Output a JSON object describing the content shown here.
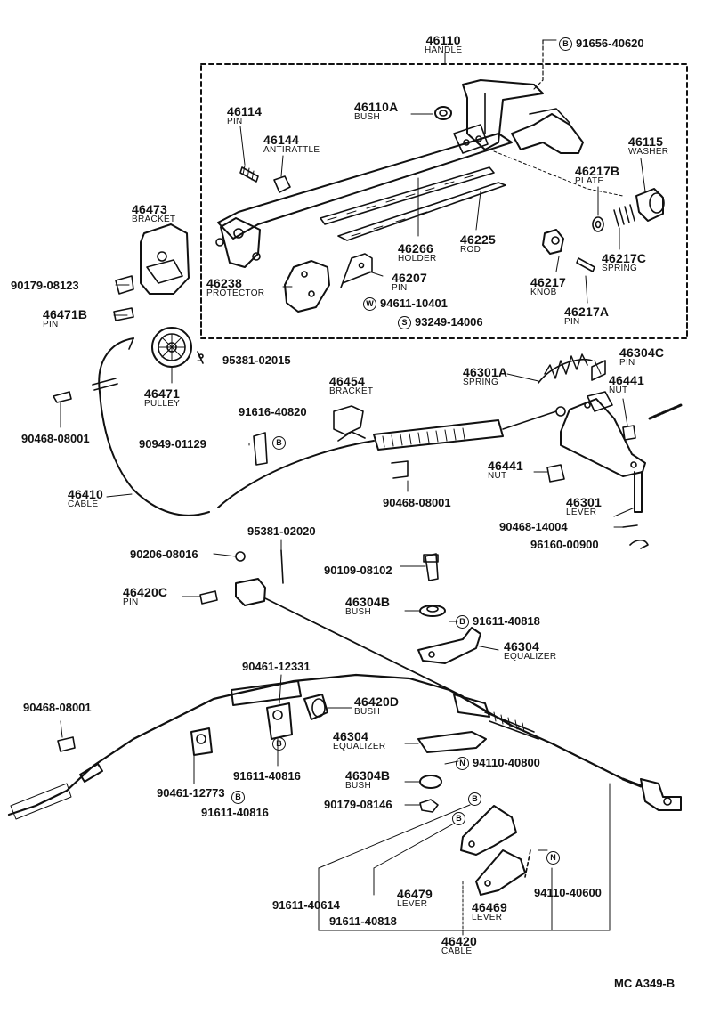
{
  "footer": {
    "figure_code": "MC A349-B"
  },
  "parts": {
    "p46110": {
      "num": "46110",
      "name": "HANDLE"
    },
    "p91656": {
      "sym": "B",
      "num": "91656-40620"
    },
    "p46110A": {
      "num": "46110A",
      "name": "BUSH"
    },
    "p46114": {
      "num": "46114",
      "name": "PIN"
    },
    "p46144": {
      "num": "46144",
      "name": "ANTIRATTLE"
    },
    "p46115": {
      "num": "46115",
      "name": "WASHER"
    },
    "p46217B": {
      "num": "46217B",
      "name": "PLATE"
    },
    "p46217C": {
      "num": "46217C",
      "name": "SPRING"
    },
    "p46266": {
      "num": "46266",
      "name": "HOLDER"
    },
    "p46225": {
      "num": "46225",
      "name": "ROD"
    },
    "p46238": {
      "num": "46238",
      "name": "PROTECTOR"
    },
    "p46207": {
      "num": "46207",
      "name": "PIN"
    },
    "p46217": {
      "num": "46217",
      "name": "KNOB"
    },
    "p46217A": {
      "num": "46217A",
      "name": "PIN"
    },
    "p94611": {
      "sym": "W",
      "num": "94611-10401"
    },
    "p93249": {
      "sym": "S",
      "num": "93249-14006"
    },
    "p46473": {
      "num": "46473",
      "name": "BRACKET"
    },
    "p90179a": {
      "num": "90179-08123"
    },
    "p46471B": {
      "num": "46471B",
      "name": "PIN"
    },
    "p95381a": {
      "num": "95381-02015"
    },
    "p46471": {
      "num": "46471",
      "name": "PULLEY"
    },
    "p90468a": {
      "num": "90468-08001"
    },
    "p46410": {
      "num": "46410",
      "name": "CABLE"
    },
    "p46454": {
      "num": "46454",
      "name": "BRACKET"
    },
    "p91616": {
      "num": "91616-40820"
    },
    "p90949": {
      "num": "90949-01129"
    },
    "symB1": {
      "sym": "B"
    },
    "p90468b": {
      "num": "90468-08001"
    },
    "p46301A": {
      "num": "46301A",
      "name": "SPRING"
    },
    "p46304C": {
      "num": "46304C",
      "name": "PIN"
    },
    "p46441a": {
      "num": "46441",
      "name": "NUT"
    },
    "p46441b": {
      "num": "46441",
      "name": "NUT"
    },
    "p46301": {
      "num": "46301",
      "name": "LEVER"
    },
    "p90468c": {
      "num": "90468-14004"
    },
    "p96160": {
      "num": "96160-00900"
    },
    "p95381b": {
      "num": "95381-02020"
    },
    "p90206": {
      "num": "90206-08016"
    },
    "p90109": {
      "num": "90109-08102"
    },
    "p46420C": {
      "num": "46420C",
      "name": "PIN"
    },
    "p46304B1": {
      "num": "46304B",
      "name": "BUSH"
    },
    "p91611a": {
      "sym": "B",
      "num": "91611-40818"
    },
    "p46304a": {
      "num": "46304",
      "name": "EQUALIZER"
    },
    "p90461a": {
      "num": "90461-12331"
    },
    "p46420D": {
      "num": "46420D",
      "name": "BUSH"
    },
    "p90468d": {
      "num": "90468-08001"
    },
    "p46304b": {
      "num": "46304",
      "name": "EQUALIZER"
    },
    "p94110a": {
      "sym": "N",
      "num": "94110-40800"
    },
    "symB2": {
      "sym": "B"
    },
    "p91611b": {
      "num": "91611-40816"
    },
    "p46304B2": {
      "num": "46304B",
      "name": "BUSH"
    },
    "p90461b": {
      "num": "90461-12773"
    },
    "symB3": {
      "sym": "B"
    },
    "p91611c": {
      "num": "91611-40816"
    },
    "p90179b": {
      "num": "90179-08146"
    },
    "symB4": {
      "sym": "B"
    },
    "symB5": {
      "sym": "B"
    },
    "symN": {
      "sym": "N"
    },
    "p46479": {
      "num": "46479",
      "name": "LEVER"
    },
    "p46469": {
      "num": "46469",
      "name": "LEVER"
    },
    "p94110b": {
      "num": "94110-40600"
    },
    "p91611d": {
      "num": "91611-40614"
    },
    "p91611e": {
      "num": "91611-40818"
    },
    "p46420": {
      "num": "46420",
      "name": "CABLE"
    }
  }
}
